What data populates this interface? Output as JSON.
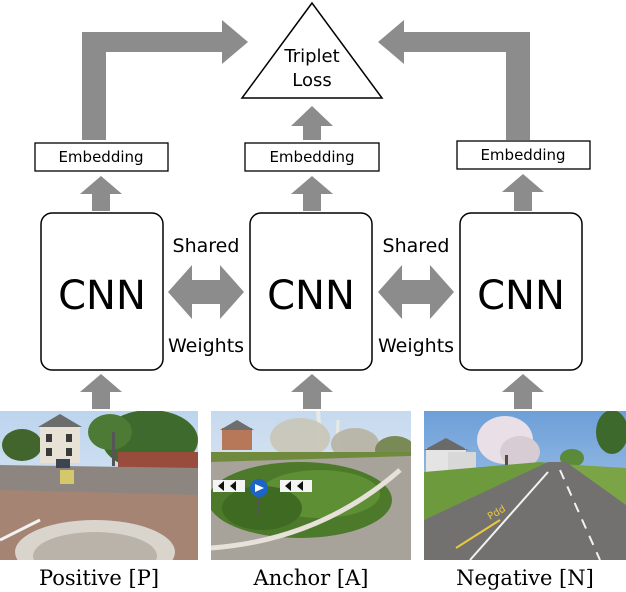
{
  "loss": {
    "line1": "Triplet",
    "line2": "Loss"
  },
  "embedding_label": "Embedding",
  "cnn_label": "CNN",
  "shared_weights": {
    "line1": "Shared",
    "line2": "Weights"
  },
  "branches": [
    {
      "id": "positive",
      "caption": "Positive [P]"
    },
    {
      "id": "anchor",
      "caption": "Anchor [A]"
    },
    {
      "id": "negative",
      "caption": "Negative [N]"
    }
  ],
  "colors": {
    "arrow": "#8c8c8c",
    "outline": "#000000"
  },
  "images": [
    {
      "id": "positive-photo",
      "scene": "street roundabout with red brick house and trees"
    },
    {
      "id": "anchor-photo",
      "scene": "roundabout with shrubs, birch trees and blue arrow sign"
    },
    {
      "id": "negative-photo",
      "scene": "residential road with white markings and blossom tree"
    }
  ]
}
